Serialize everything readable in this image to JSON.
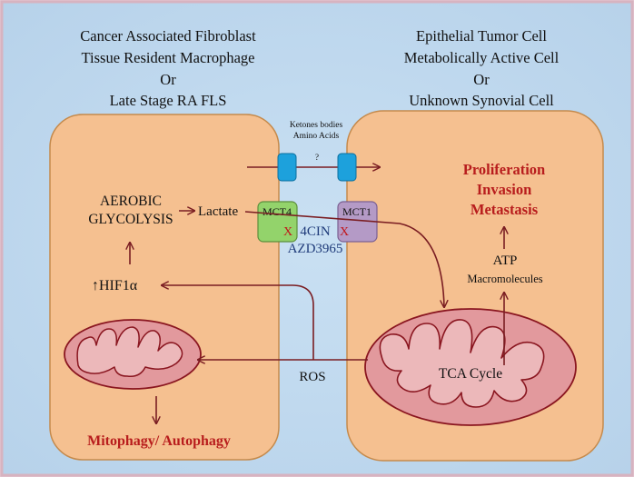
{
  "left_cell": {
    "header": [
      "Cancer Associated Fibroblast",
      "Tissue Resident Macrophage",
      "Or",
      "Late Stage RA FLS"
    ],
    "glycolysis": [
      "AEROBIC",
      "GLYCOLYSIS"
    ],
    "lactate": "Lactate",
    "hif": "↑HIF1α",
    "mitophagy": "Mitophagy/ Autophagy"
  },
  "right_cell": {
    "header": [
      "Epithelial Tumor Cell",
      "Metabolically Active Cell",
      "Or",
      "Unknown Synovial Cell"
    ],
    "outcomes": [
      "Proliferation",
      "Invasion",
      "Metastasis"
    ],
    "atp": "ATP",
    "macromolecules": "Macromolecules",
    "tca": "TCA Cycle"
  },
  "membrane": {
    "transport": [
      "Ketones bodies",
      "Amino Acids"
    ],
    "unknown": "?",
    "mct4": "MCT4",
    "mct1": "MCT1",
    "inhibitors": [
      "4CIN",
      "AZD3965"
    ],
    "block_mark": "X"
  },
  "ros": "ROS",
  "colors": {
    "page_bg": "#e6c9d2",
    "panel_bg": "#bfd8ee",
    "cell_fill": "#f5c090",
    "cell_stroke": "#c58a4c",
    "mito_fill": "#e2999d",
    "mito_stroke": "#8a1620",
    "arrow": "#7a1d22",
    "emphasis": "#b81d1d",
    "inhibitor_text": "#1f3b7a",
    "channel": "#1da1dc",
    "mct4_fill": "#93d36b",
    "mct1_fill": "#b49ac6"
  }
}
